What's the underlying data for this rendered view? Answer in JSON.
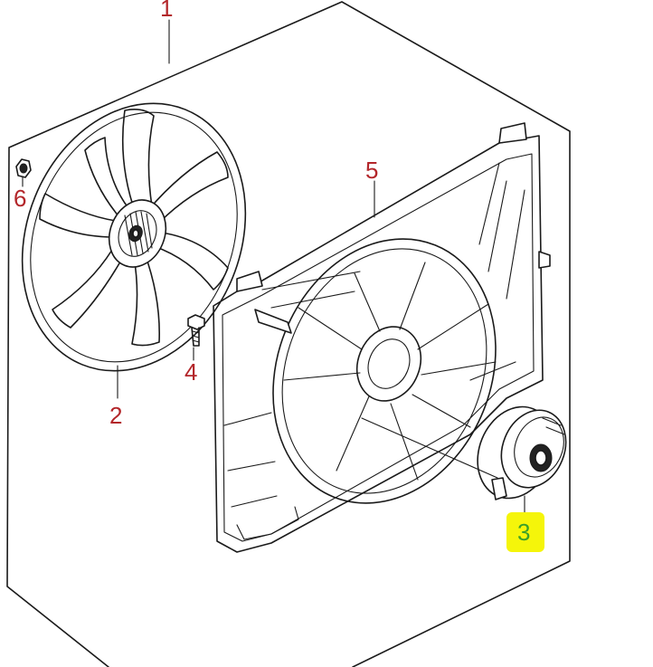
{
  "callouts": {
    "part1": "1",
    "part2": "2",
    "part3": "3",
    "part4": "4",
    "part5": "5",
    "part6": "6"
  },
  "colors": {
    "callout": "#b3262a",
    "highlight": "#f5f50a",
    "highlight_text": "#3aa02a",
    "line": "#1a1a1a"
  }
}
